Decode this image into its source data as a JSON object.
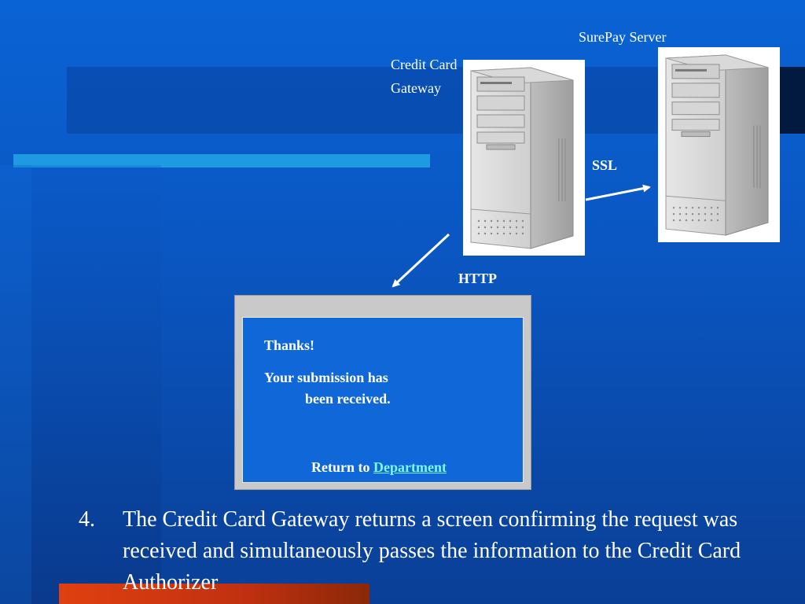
{
  "labels": {
    "surepay_server": "SurePay Server",
    "gateway_line1": "Credit Card",
    "gateway_line2": "Gateway",
    "ssl": "SSL",
    "http": "HTTP"
  },
  "confirmation_screen": {
    "thanks": "Thanks!",
    "line1": "Your submission has",
    "line2": "been received.",
    "return_prefix": "Return to",
    "return_link": "Department"
  },
  "body": {
    "number": "4.",
    "text": "The Credit Card Gateway returns a screen confirming the request was received and simultaneously passes the information to the Credit Card Authorizer"
  },
  "colors": {
    "background": "#0a5cc8",
    "accent_bar": "#1e9be0",
    "orange_bar": "#e04010",
    "link": "#7ef7f0"
  },
  "icons": {
    "gateway_computer": "desktop-tower-icon",
    "surepay_computer": "desktop-tower-icon"
  }
}
